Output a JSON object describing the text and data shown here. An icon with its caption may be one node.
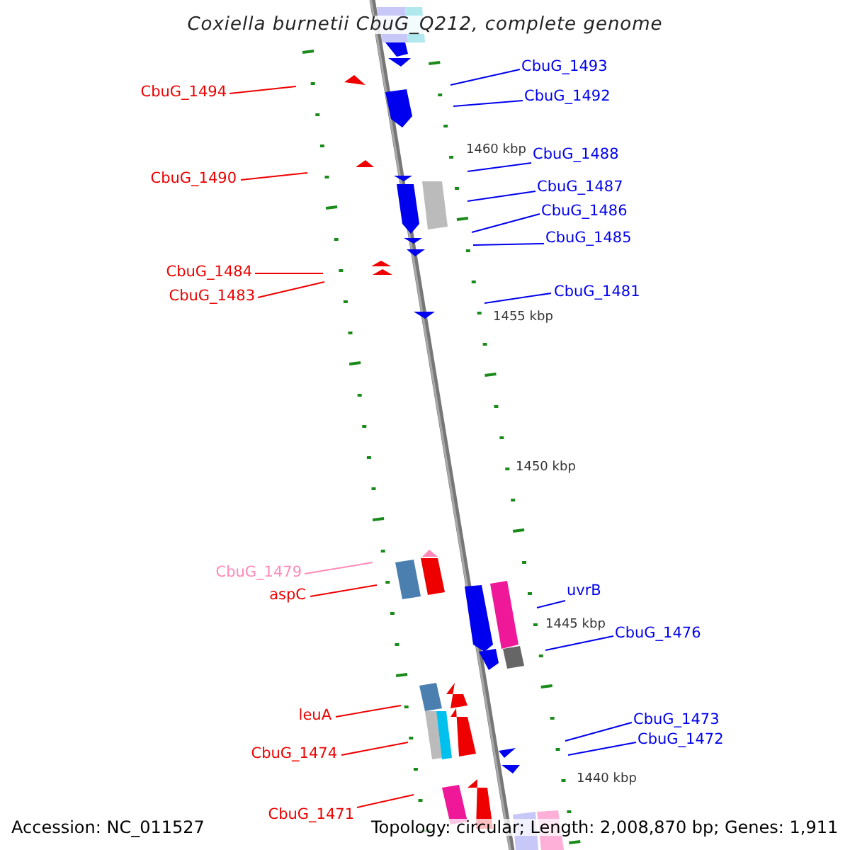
{
  "diagram": {
    "title": "Coxiella burnetii CbuG_Q212, complete genome",
    "nodes": [
      {
        "text": [
          "CbuG_1493"
        ]
      },
      {
        "text": [
          "CbuG_1494"
        ]
      },
      {
        "text": [
          "CbuG_1492"
        ]
      },
      {
        "text": [
          "CbuG_1488"
        ]
      },
      {
        "text": [
          "CbuG_1490"
        ]
      },
      {
        "text": [
          "CbuG_1487"
        ]
      },
      {
        "text": [
          "CbuG_1486"
        ]
      },
      {
        "text": [
          "CbuG_1485"
        ]
      },
      {
        "text": [
          "CbuG_1484"
        ]
      },
      {
        "text": [
          "CbuG_1483"
        ]
      },
      {
        "text": [
          "CbuG_1481"
        ]
      },
      {
        "text": [
          "CbuG_1479"
        ]
      },
      {
        "text": [
          "aspC"
        ]
      },
      {
        "text": [
          "uvrB"
        ]
      },
      {
        "text": [
          "CbuG_1476"
        ]
      },
      {
        "text": [
          "leuA"
        ]
      },
      {
        "text": [
          "CbuG_1473"
        ]
      },
      {
        "text": [
          "CbuG_1472"
        ]
      },
      {
        "text": [
          "CbuG_1474"
        ]
      },
      {
        "text": [
          "CbuG_1471"
        ]
      }
    ],
    "edges": [
      {
        "from": 0,
        "to": null,
        "arrow": "none",
        "color": "#0000ee"
      },
      {
        "from": 1,
        "to": null,
        "arrow": "none",
        "color": "#ee0000"
      },
      {
        "from": 2,
        "to": null,
        "arrow": "none",
        "color": "#0000ee"
      },
      {
        "from": 3,
        "to": null,
        "arrow": "none",
        "color": "#0000ee"
      },
      {
        "from": 4,
        "to": null,
        "arrow": "none",
        "color": "#ee0000"
      },
      {
        "from": 5,
        "to": null,
        "arrow": "none",
        "color": "#0000ee"
      },
      {
        "from": 6,
        "to": null,
        "arrow": "none",
        "color": "#0000ee"
      },
      {
        "from": 7,
        "to": null,
        "arrow": "none",
        "color": "#0000ee"
      },
      {
        "from": 8,
        "to": null,
        "arrow": "none",
        "color": "#ee0000"
      },
      {
        "from": 9,
        "to": null,
        "arrow": "none",
        "color": "#ee0000"
      },
      {
        "from": 10,
        "to": null,
        "arrow": "none",
        "color": "#0000ee"
      },
      {
        "from": 11,
        "to": null,
        "arrow": "none",
        "color": "#ff8ab8"
      },
      {
        "from": 12,
        "to": null,
        "arrow": "none",
        "color": "#ee0000"
      },
      {
        "from": 13,
        "to": null,
        "arrow": "none",
        "color": "#0000ee"
      },
      {
        "from": 14,
        "to": null,
        "arrow": "none",
        "color": "#0000ee"
      },
      {
        "from": 15,
        "to": null,
        "arrow": "none",
        "color": "#ee0000"
      },
      {
        "from": 16,
        "to": null,
        "arrow": "none",
        "color": "#0000ee"
      },
      {
        "from": 17,
        "to": null,
        "arrow": "none",
        "color": "#0000ee"
      },
      {
        "from": 18,
        "to": null,
        "arrow": "none",
        "color": "#ee0000"
      },
      {
        "from": 19,
        "to": null,
        "arrow": "none",
        "color": "#ee0000"
      }
    ],
    "labels": [
      "1460 kbp",
      "1455 kbp",
      "1450 kbp",
      "1445 kbp",
      "1440 kbp",
      "Accession: NC_011527",
      "Topology: circular; Length: 2,008,870 bp; Genes: 1,911"
    ]
  }
}
